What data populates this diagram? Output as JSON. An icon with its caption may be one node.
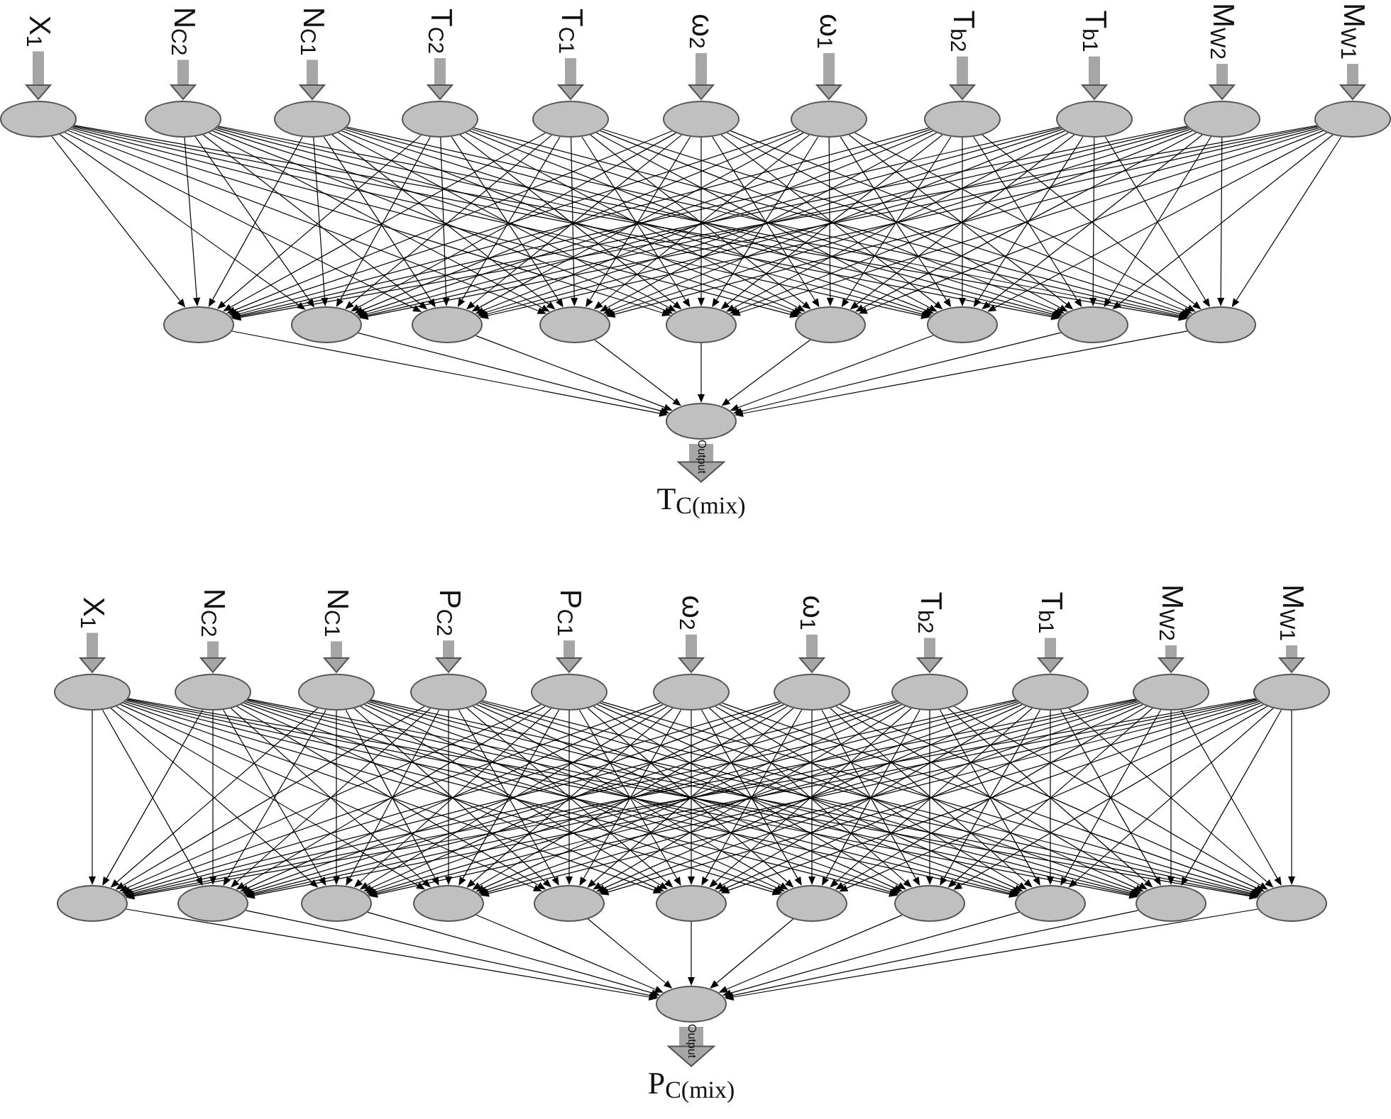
{
  "diagram": {
    "nodes": [
      {
        "text": [
          "X$_{1}$"
        ]
      },
      {
        "text": [
          "N$_{C2}$"
        ]
      },
      {
        "text": [
          "N$_{C1}$"
        ]
      },
      {
        "text": [
          "T$_{C2}$"
        ]
      },
      {
        "text": [
          "T$_{C1}$"
        ]
      },
      {
        "text": [
          "ω$_{2}$"
        ]
      },
      {
        "text": [
          "ω$_{1}$"
        ]
      },
      {
        "text": [
          "T$_{b2}$"
        ]
      },
      {
        "text": [
          "T$_{b1}$"
        ]
      },
      {
        "text": [
          "M$_{W2}$"
        ]
      },
      {
        "text": [
          "M$_{W1}$"
        ]
      },
      {
        "text": [],
        "shape": "circle"
      },
      {
        "text": [],
        "shape": "circle"
      },
      {
        "text": [],
        "shape": "circle"
      },
      {
        "text": [],
        "shape": "circle"
      },
      {
        "text": [],
        "shape": "circle"
      },
      {
        "text": [],
        "shape": "circle"
      },
      {
        "text": [],
        "shape": "circle"
      },
      {
        "text": [],
        "shape": "circle"
      },
      {
        "text": [],
        "shape": "circle"
      },
      {
        "text": [],
        "shape": "circle"
      },
      {
        "text": [],
        "shape": "circle"
      },
      {
        "text": [],
        "shape": "circle"
      },
      {
        "text": [],
        "shape": "circle"
      },
      {
        "text": [],
        "shape": "circle"
      },
      {
        "text": [],
        "shape": "circle"
      },
      {
        "text": [],
        "shape": "circle"
      },
      {
        "text": [],
        "shape": "circle"
      },
      {
        "text": [],
        "shape": "circle"
      },
      {
        "text": [],
        "shape": "circle"
      },
      {
        "text": [],
        "shape": "circle"
      },
      {
        "text": [],
        "shape": "circle"
      },
      {
        "text": [
          "T$_{C(mix)}$"
        ]
      },
      {
        "text": [
          "X$_{1}$"
        ]
      },
      {
        "text": [
          "N$_{C2}$"
        ]
      },
      {
        "text": [
          "N$_{C1}$"
        ]
      },
      {
        "text": [
          "P$_{C2}$"
        ]
      },
      {
        "text": [
          "P$_{C1}$"
        ]
      },
      {
        "text": [
          "ω$_{2}$"
        ]
      },
      {
        "text": [
          "ω$_{1}$"
        ]
      },
      {
        "text": [
          "T$_{b2}$"
        ]
      },
      {
        "text": [
          "T$_{b1}$"
        ]
      },
      {
        "text": [
          "M$_{W2}$"
        ]
      },
      {
        "text": [
          "M$_{W1}$"
        ]
      },
      {
        "text": [],
        "shape": "circle"
      },
      {
        "text": [],
        "shape": "circle"
      },
      {
        "text": [],
        "shape": "circle"
      },
      {
        "text": [],
        "shape": "circle"
      },
      {
        "text": [],
        "shape": "circle"
      },
      {
        "text": [],
        "shape": "circle"
      },
      {
        "text": [],
        "shape": "circle"
      },
      {
        "text": [],
        "shape": "circle"
      },
      {
        "text": [],
        "shape": "circle"
      },
      {
        "text": [],
        "shape": "circle"
      },
      {
        "text": [],
        "shape": "circle"
      },
      {
        "text": [],
        "shape": "circle"
      },
      {
        "text": [],
        "shape": "circle"
      },
      {
        "text": [],
        "shape": "circle"
      },
      {
        "text": [],
        "shape": "circle"
      },
      {
        "text": [],
        "shape": "circle"
      },
      {
        "text": [],
        "shape": "circle"
      },
      {
        "text": [],
        "shape": "circle"
      },
      {
        "text": [],
        "shape": "circle"
      },
      {
        "text": [],
        "shape": "circle"
      },
      {
        "text": [],
        "shape": "circle"
      },
      {
        "text": [],
        "shape": "circle"
      },
      {
        "text": [],
        "shape": "circle"
      },
      {
        "text": [
          "P$_{C(mix)}$"
        ]
      }
    ],
    "edges": [
      {
        "from": 0,
        "to": 11,
        "arrow": "to",
        "style": "thick",
        "color": "#a6a6a6"
      },
      {
        "from": 1,
        "to": 12,
        "arrow": "to",
        "style": "thick",
        "color": "#a6a6a6"
      },
      {
        "from": 2,
        "to": 13,
        "arrow": "to",
        "style": "thick",
        "color": "#a6a6a6"
      },
      {
        "from": 3,
        "to": 14,
        "arrow": "to",
        "style": "thick",
        "color": "#a6a6a6"
      },
      {
        "from": 4,
        "to": 15,
        "arrow": "to",
        "style": "thick",
        "color": "#a6a6a6"
      },
      {
        "from": 5,
        "to": 16,
        "arrow": "to",
        "style": "thick",
        "color": "#a6a6a6"
      },
      {
        "from": 6,
        "to": 17,
        "arrow": "to",
        "style": "thick",
        "color": "#a6a6a6"
      },
      {
        "from": 7,
        "to": 18,
        "arrow": "to",
        "style": "thick",
        "color": "#a6a6a6"
      },
      {
        "from": 8,
        "to": 19,
        "arrow": "to",
        "style": "thick",
        "color": "#a6a6a6"
      },
      {
        "from": 9,
        "to": 20,
        "arrow": "to",
        "style": "thick",
        "color": "#a6a6a6"
      },
      {
        "from": 10,
        "to": 21,
        "arrow": "to",
        "style": "thick",
        "color": "#a6a6a6"
      },
      {
        "from": 11,
        "to": 22,
        "arrow": "to"
      },
      {
        "from": 11,
        "to": 23,
        "arrow": "to"
      },
      {
        "from": 11,
        "to": 24,
        "arrow": "to"
      },
      {
        "from": 11,
        "to": 25,
        "arrow": "to"
      },
      {
        "from": 11,
        "to": 26,
        "arrow": "to"
      },
      {
        "from": 11,
        "to": 27,
        "arrow": "to"
      },
      {
        "from": 11,
        "to": 28,
        "arrow": "to"
      },
      {
        "from": 11,
        "to": 29,
        "arrow": "to"
      },
      {
        "from": 11,
        "to": 30,
        "arrow": "to"
      },
      {
        "from": 12,
        "to": 22,
        "arrow": "to"
      },
      {
        "from": 12,
        "to": 23,
        "arrow": "to"
      },
      {
        "from": 12,
        "to": 24,
        "arrow": "to"
      },
      {
        "from": 12,
        "to": 25,
        "arrow": "to"
      },
      {
        "from": 12,
        "to": 26,
        "arrow": "to"
      },
      {
        "from": 12,
        "to": 27,
        "arrow": "to"
      },
      {
        "from": 12,
        "to": 28,
        "arrow": "to"
      },
      {
        "from": 12,
        "to": 29,
        "arrow": "to"
      },
      {
        "from": 12,
        "to": 30,
        "arrow": "to"
      },
      {
        "from": 13,
        "to": 22,
        "arrow": "to"
      },
      {
        "from": 13,
        "to": 23,
        "arrow": "to"
      },
      {
        "from": 13,
        "to": 24,
        "arrow": "to"
      },
      {
        "from": 13,
        "to": 25,
        "arrow": "to"
      },
      {
        "from": 13,
        "to": 26,
        "arrow": "to"
      },
      {
        "from": 13,
        "to": 27,
        "arrow": "to"
      },
      {
        "from": 13,
        "to": 28,
        "arrow": "to"
      },
      {
        "from": 13,
        "to": 29,
        "arrow": "to"
      },
      {
        "from": 13,
        "to": 30,
        "arrow": "to"
      },
      {
        "from": 14,
        "to": 22,
        "arrow": "to"
      },
      {
        "from": 14,
        "to": 23,
        "arrow": "to"
      },
      {
        "from": 14,
        "to": 24,
        "arrow": "to"
      },
      {
        "from": 14,
        "to": 25,
        "arrow": "to"
      },
      {
        "from": 14,
        "to": 26,
        "arrow": "to"
      },
      {
        "from": 14,
        "to": 27,
        "arrow": "to"
      },
      {
        "from": 14,
        "to": 28,
        "arrow": "to"
      },
      {
        "from": 14,
        "to": 29,
        "arrow": "to"
      },
      {
        "from": 14,
        "to": 30,
        "arrow": "to"
      },
      {
        "from": 15,
        "to": 22,
        "arrow": "to"
      },
      {
        "from": 15,
        "to": 23,
        "arrow": "to"
      },
      {
        "from": 15,
        "to": 24,
        "arrow": "to"
      },
      {
        "from": 15,
        "to": 25,
        "arrow": "to"
      },
      {
        "from": 15,
        "to": 26,
        "arrow": "to"
      },
      {
        "from": 15,
        "to": 27,
        "arrow": "to"
      },
      {
        "from": 15,
        "to": 28,
        "arrow": "to"
      },
      {
        "from": 15,
        "to": 29,
        "arrow": "to"
      },
      {
        "from": 15,
        "to": 30,
        "arrow": "to"
      },
      {
        "from": 16,
        "to": 22,
        "arrow": "to"
      },
      {
        "from": 16,
        "to": 23,
        "arrow": "to"
      },
      {
        "from": 16,
        "to": 24,
        "arrow": "to"
      },
      {
        "from": 16,
        "to": 25,
        "arrow": "to"
      },
      {
        "from": 16,
        "to": 26,
        "arrow": "to"
      },
      {
        "from": 16,
        "to": 27,
        "arrow": "to"
      },
      {
        "from": 16,
        "to": 28,
        "arrow": "to"
      },
      {
        "from": 16,
        "to": 29,
        "arrow": "to"
      },
      {
        "from": 16,
        "to": 30,
        "arrow": "to"
      },
      {
        "from": 17,
        "to": 22,
        "arrow": "to"
      },
      {
        "from": 17,
        "to": 23,
        "arrow": "to"
      },
      {
        "from": 17,
        "to": 24,
        "arrow": "to"
      },
      {
        "from": 17,
        "to": 25,
        "arrow": "to"
      },
      {
        "from": 17,
        "to": 26,
        "arrow": "to"
      },
      {
        "from": 17,
        "to": 27,
        "arrow": "to"
      },
      {
        "from": 17,
        "to": 28,
        "arrow": "to"
      },
      {
        "from": 17,
        "to": 29,
        "arrow": "to"
      },
      {
        "from": 17,
        "to": 30,
        "arrow": "to"
      },
      {
        "from": 18,
        "to": 22,
        "arrow": "to"
      },
      {
        "from": 18,
        "to": 23,
        "arrow": "to"
      },
      {
        "from": 18,
        "to": 24,
        "arrow": "to"
      },
      {
        "from": 18,
        "to": 25,
        "arrow": "to"
      },
      {
        "from": 18,
        "to": 26,
        "arrow": "to"
      },
      {
        "from": 18,
        "to": 27,
        "arrow": "to"
      },
      {
        "from": 18,
        "to": 28,
        "arrow": "to"
      },
      {
        "from": 18,
        "to": 29,
        "arrow": "to"
      },
      {
        "from": 18,
        "to": 30,
        "arrow": "to"
      },
      {
        "from": 19,
        "to": 22,
        "arrow": "to"
      },
      {
        "from": 19,
        "to": 23,
        "arrow": "to"
      },
      {
        "from": 19,
        "to": 24,
        "arrow": "to"
      },
      {
        "from": 19,
        "to": 25,
        "arrow": "to"
      },
      {
        "from": 19,
        "to": 26,
        "arrow": "to"
      },
      {
        "from": 19,
        "to": 27,
        "arrow": "to"
      },
      {
        "from": 19,
        "to": 28,
        "arrow": "to"
      },
      {
        "from": 19,
        "to": 29,
        "arrow": "to"
      },
      {
        "from": 19,
        "to": 30,
        "arrow": "to"
      },
      {
        "from": 20,
        "to": 22,
        "arrow": "to"
      },
      {
        "from": 20,
        "to": 23,
        "arrow": "to"
      },
      {
        "from": 20,
        "to": 24,
        "arrow": "to"
      },
      {
        "from": 20,
        "to": 25,
        "arrow": "to"
      },
      {
        "from": 20,
        "to": 26,
        "arrow": "to"
      },
      {
        "from": 20,
        "to": 27,
        "arrow": "to"
      },
      {
        "from": 20,
        "to": 28,
        "arrow": "to"
      },
      {
        "from": 20,
        "to": 29,
        "arrow": "to"
      },
      {
        "from": 20,
        "to": 30,
        "arrow": "to"
      },
      {
        "from": 21,
        "to": 22,
        "arrow": "to"
      },
      {
        "from": 21,
        "to": 23,
        "arrow": "to"
      },
      {
        "from": 21,
        "to": 24,
        "arrow": "to"
      },
      {
        "from": 21,
        "to": 25,
        "arrow": "to"
      },
      {
        "from": 21,
        "to": 26,
        "arrow": "to"
      },
      {
        "from": 21,
        "to": 27,
        "arrow": "to"
      },
      {
        "from": 21,
        "to": 28,
        "arrow": "to"
      },
      {
        "from": 21,
        "to": 29,
        "arrow": "to"
      },
      {
        "from": 21,
        "to": 30,
        "arrow": "to"
      },
      {
        "from": 22,
        "to": 31,
        "arrow": "to"
      },
      {
        "from": 23,
        "to": 31,
        "arrow": "to"
      },
      {
        "from": 24,
        "to": 31,
        "arrow": "to"
      },
      {
        "from": 25,
        "to": 31,
        "arrow": "to"
      },
      {
        "from": 26,
        "to": 31,
        "arrow": "to"
      },
      {
        "from": 27,
        "to": 31,
        "arrow": "to"
      },
      {
        "from": 28,
        "to": 31,
        "arrow": "to"
      },
      {
        "from": 29,
        "to": 31,
        "arrow": "to"
      },
      {
        "from": 30,
        "to": 31,
        "arrow": "to"
      },
      {
        "from": 31,
        "to": 32,
        "arrow": "to",
        "label": "Output",
        "style": "thick",
        "color": "#a6a6a6"
      },
      {
        "from": 33,
        "to": 44,
        "arrow": "to",
        "style": "thick",
        "color": "#a6a6a6"
      },
      {
        "from": 34,
        "to": 45,
        "arrow": "to",
        "style": "thick",
        "color": "#a6a6a6"
      },
      {
        "from": 35,
        "to": 46,
        "arrow": "to",
        "style": "thick",
        "color": "#a6a6a6"
      },
      {
        "from": 36,
        "to": 47,
        "arrow": "to",
        "style": "thick",
        "color": "#a6a6a6"
      },
      {
        "from": 37,
        "to": 48,
        "arrow": "to",
        "style": "thick",
        "color": "#a6a6a6"
      },
      {
        "from": 38,
        "to": 49,
        "arrow": "to",
        "style": "thick",
        "color": "#a6a6a6"
      },
      {
        "from": 39,
        "to": 50,
        "arrow": "to",
        "style": "thick",
        "color": "#a6a6a6"
      },
      {
        "from": 40,
        "to": 51,
        "arrow": "to",
        "style": "thick",
        "color": "#a6a6a6"
      },
      {
        "from": 41,
        "to": 52,
        "arrow": "to",
        "style": "thick",
        "color": "#a6a6a6"
      },
      {
        "from": 42,
        "to": 53,
        "arrow": "to",
        "style": "thick",
        "color": "#a6a6a6"
      },
      {
        "from": 43,
        "to": 54,
        "arrow": "to",
        "style": "thick",
        "color": "#a6a6a6"
      },
      {
        "from": 44,
        "to": 55,
        "arrow": "to"
      },
      {
        "from": 44,
        "to": 56,
        "arrow": "to"
      },
      {
        "from": 44,
        "to": 57,
        "arrow": "to"
      },
      {
        "from": 44,
        "to": 58,
        "arrow": "to"
      },
      {
        "from": 44,
        "to": 59,
        "arrow": "to"
      },
      {
        "from": 44,
        "to": 60,
        "arrow": "to"
      },
      {
        "from": 44,
        "to": 61,
        "arrow": "to"
      },
      {
        "from": 44,
        "to": 62,
        "arrow": "to"
      },
      {
        "from": 44,
        "to": 63,
        "arrow": "to"
      },
      {
        "from": 44,
        "to": 64,
        "arrow": "to"
      },
      {
        "from": 44,
        "to": 65,
        "arrow": "to"
      },
      {
        "from": 45,
        "to": 55,
        "arrow": "to"
      },
      {
        "from": 45,
        "to": 56,
        "arrow": "to"
      },
      {
        "from": 45,
        "to": 57,
        "arrow": "to"
      },
      {
        "from": 45,
        "to": 58,
        "arrow": "to"
      },
      {
        "from": 45,
        "to": 59,
        "arrow": "to"
      },
      {
        "from": 45,
        "to": 60,
        "arrow": "to"
      },
      {
        "from": 45,
        "to": 61,
        "arrow": "to"
      },
      {
        "from": 45,
        "to": 62,
        "arrow": "to"
      },
      {
        "from": 45,
        "to": 63,
        "arrow": "to"
      },
      {
        "from": 45,
        "to": 64,
        "arrow": "to"
      },
      {
        "from": 45,
        "to": 65,
        "arrow": "to"
      },
      {
        "from": 46,
        "to": 55,
        "arrow": "to"
      },
      {
        "from": 46,
        "to": 56,
        "arrow": "to"
      },
      {
        "from": 46,
        "to": 57,
        "arrow": "to"
      },
      {
        "from": 46,
        "to": 58,
        "arrow": "to"
      },
      {
        "from": 46,
        "to": 59,
        "arrow": "to"
      },
      {
        "from": 46,
        "to": 60,
        "arrow": "to"
      },
      {
        "from": 46,
        "to": 61,
        "arrow": "to"
      },
      {
        "from": 46,
        "to": 62,
        "arrow": "to"
      },
      {
        "from": 46,
        "to": 63,
        "arrow": "to"
      },
      {
        "from": 46,
        "to": 64,
        "arrow": "to"
      },
      {
        "from": 46,
        "to": 65,
        "arrow": "to"
      },
      {
        "from": 47,
        "to": 55,
        "arrow": "to"
      },
      {
        "from": 47,
        "to": 56,
        "arrow": "to"
      },
      {
        "from": 47,
        "to": 57,
        "arrow": "to"
      },
      {
        "from": 47,
        "to": 58,
        "arrow": "to"
      },
      {
        "from": 47,
        "to": 59,
        "arrow": "to"
      },
      {
        "from": 47,
        "to": 60,
        "arrow": "to"
      },
      {
        "from": 47,
        "to": 61,
        "arrow": "to"
      },
      {
        "from": 47,
        "to": 62,
        "arrow": "to"
      },
      {
        "from": 47,
        "to": 63,
        "arrow": "to"
      },
      {
        "from": 47,
        "to": 64,
        "arrow": "to"
      },
      {
        "from": 47,
        "to": 65,
        "arrow": "to"
      },
      {
        "from": 48,
        "to": 55,
        "arrow": "to"
      },
      {
        "from": 48,
        "to": 56,
        "arrow": "to"
      },
      {
        "from": 48,
        "to": 57,
        "arrow": "to"
      },
      {
        "from": 48,
        "to": 58,
        "arrow": "to"
      },
      {
        "from": 48,
        "to": 59,
        "arrow": "to"
      },
      {
        "from": 48,
        "to": 60,
        "arrow": "to"
      },
      {
        "from": 48,
        "to": 61,
        "arrow": "to"
      },
      {
        "from": 48,
        "to": 62,
        "arrow": "to"
      },
      {
        "from": 48,
        "to": 63,
        "arrow": "to"
      },
      {
        "from": 48,
        "to": 64,
        "arrow": "to"
      },
      {
        "from": 48,
        "to": 65,
        "arrow": "to"
      },
      {
        "from": 49,
        "to": 55,
        "arrow": "to"
      },
      {
        "from": 49,
        "to": 56,
        "arrow": "to"
      },
      {
        "from": 49,
        "to": 57,
        "arrow": "to"
      },
      {
        "from": 49,
        "to": 58,
        "arrow": "to"
      },
      {
        "from": 49,
        "to": 59,
        "arrow": "to"
      },
      {
        "from": 49,
        "to": 60,
        "arrow": "to"
      },
      {
        "from": 49,
        "to": 61,
        "arrow": "to"
      },
      {
        "from": 49,
        "to": 62,
        "arrow": "to"
      },
      {
        "from": 49,
        "to": 63,
        "arrow": "to"
      },
      {
        "from": 49,
        "to": 64,
        "arrow": "to"
      },
      {
        "from": 49,
        "to": 65,
        "arrow": "to"
      },
      {
        "from": 50,
        "to": 55,
        "arrow": "to"
      },
      {
        "from": 50,
        "to": 56,
        "arrow": "to"
      },
      {
        "from": 50,
        "to": 57,
        "arrow": "to"
      },
      {
        "from": 50,
        "to": 58,
        "arrow": "to"
      },
      {
        "from": 50,
        "to": 59,
        "arrow": "to"
      },
      {
        "from": 50,
        "to": 60,
        "arrow": "to"
      },
      {
        "from": 50,
        "to": 61,
        "arrow": "to"
      },
      {
        "from": 50,
        "to": 62,
        "arrow": "to"
      },
      {
        "from": 50,
        "to": 63,
        "arrow": "to"
      },
      {
        "from": 50,
        "to": 64,
        "arrow": "to"
      },
      {
        "from": 50,
        "to": 65,
        "arrow": "to"
      },
      {
        "from": 51,
        "to": 55,
        "arrow": "to"
      },
      {
        "from": 51,
        "to": 56,
        "arrow": "to"
      },
      {
        "from": 51,
        "to": 57,
        "arrow": "to"
      },
      {
        "from": 51,
        "to": 58,
        "arrow": "to"
      },
      {
        "from": 51,
        "to": 59,
        "arrow": "to"
      },
      {
        "from": 51,
        "to": 60,
        "arrow": "to"
      },
      {
        "from": 51,
        "to": 61,
        "arrow": "to"
      },
      {
        "from": 51,
        "to": 62,
        "arrow": "to"
      },
      {
        "from": 51,
        "to": 63,
        "arrow": "to"
      },
      {
        "from": 51,
        "to": 64,
        "arrow": "to"
      },
      {
        "from": 51,
        "to": 65,
        "arrow": "to"
      },
      {
        "from": 52,
        "to": 55,
        "arrow": "to"
      },
      {
        "from": 52,
        "to": 56,
        "arrow": "to"
      },
      {
        "from": 52,
        "to": 57,
        "arrow": "to"
      },
      {
        "from": 52,
        "to": 58,
        "arrow": "to"
      },
      {
        "from": 52,
        "to": 59,
        "arrow": "to"
      },
      {
        "from": 52,
        "to": 60,
        "arrow": "to"
      },
      {
        "from": 52,
        "to": 61,
        "arrow": "to"
      },
      {
        "from": 52,
        "to": 62,
        "arrow": "to"
      },
      {
        "from": 52,
        "to": 63,
        "arrow": "to"
      },
      {
        "from": 52,
        "to": 64,
        "arrow": "to"
      },
      {
        "from": 52,
        "to": 65,
        "arrow": "to"
      },
      {
        "from": 53,
        "to": 55,
        "arrow": "to"
      },
      {
        "from": 53,
        "to": 56,
        "arrow": "to"
      },
      {
        "from": 53,
        "to": 57,
        "arrow": "to"
      },
      {
        "from": 53,
        "to": 58,
        "arrow": "to"
      },
      {
        "from": 53,
        "to": 59,
        "arrow": "to"
      },
      {
        "from": 53,
        "to": 60,
        "arrow": "to"
      },
      {
        "from": 53,
        "to": 61,
        "arrow": "to"
      },
      {
        "from": 53,
        "to": 62,
        "arrow": "to"
      },
      {
        "from": 53,
        "to": 63,
        "arrow": "to"
      },
      {
        "from": 53,
        "to": 64,
        "arrow": "to"
      },
      {
        "from": 53,
        "to": 65,
        "arrow": "to"
      },
      {
        "from": 54,
        "to": 55,
        "arrow": "to"
      },
      {
        "from": 54,
        "to": 56,
        "arrow": "to"
      },
      {
        "from": 54,
        "to": 57,
        "arrow": "to"
      },
      {
        "from": 54,
        "to": 58,
        "arrow": "to"
      },
      {
        "from": 54,
        "to": 59,
        "arrow": "to"
      },
      {
        "from": 54,
        "to": 60,
        "arrow": "to"
      },
      {
        "from": 54,
        "to": 61,
        "arrow": "to"
      },
      {
        "from": 54,
        "to": 62,
        "arrow": "to"
      },
      {
        "from": 54,
        "to": 63,
        "arrow": "to"
      },
      {
        "from": 54,
        "to": 64,
        "arrow": "to"
      },
      {
        "from": 54,
        "to": 65,
        "arrow": "to"
      },
      {
        "from": 55,
        "to": 66,
        "arrow": "to"
      },
      {
        "from": 56,
        "to": 66,
        "arrow": "to"
      },
      {
        "from": 57,
        "to": 66,
        "arrow": "to"
      },
      {
        "from": 58,
        "to": 66,
        "arrow": "to"
      },
      {
        "from": 59,
        "to": 66,
        "arrow": "to"
      },
      {
        "from": 60,
        "to": 66,
        "arrow": "to"
      },
      {
        "from": 61,
        "to": 66,
        "arrow": "to"
      },
      {
        "from": 62,
        "to": 66,
        "arrow": "to"
      },
      {
        "from": 63,
        "to": 66,
        "arrow": "to"
      },
      {
        "from": 64,
        "to": 66,
        "arrow": "to"
      },
      {
        "from": 65,
        "to": 66,
        "arrow": "to"
      },
      {
        "from": 66,
        "to": 67,
        "arrow": "to",
        "label": "Output",
        "style": "thick",
        "color": "#a6a6a6"
      }
    ]
  }
}
